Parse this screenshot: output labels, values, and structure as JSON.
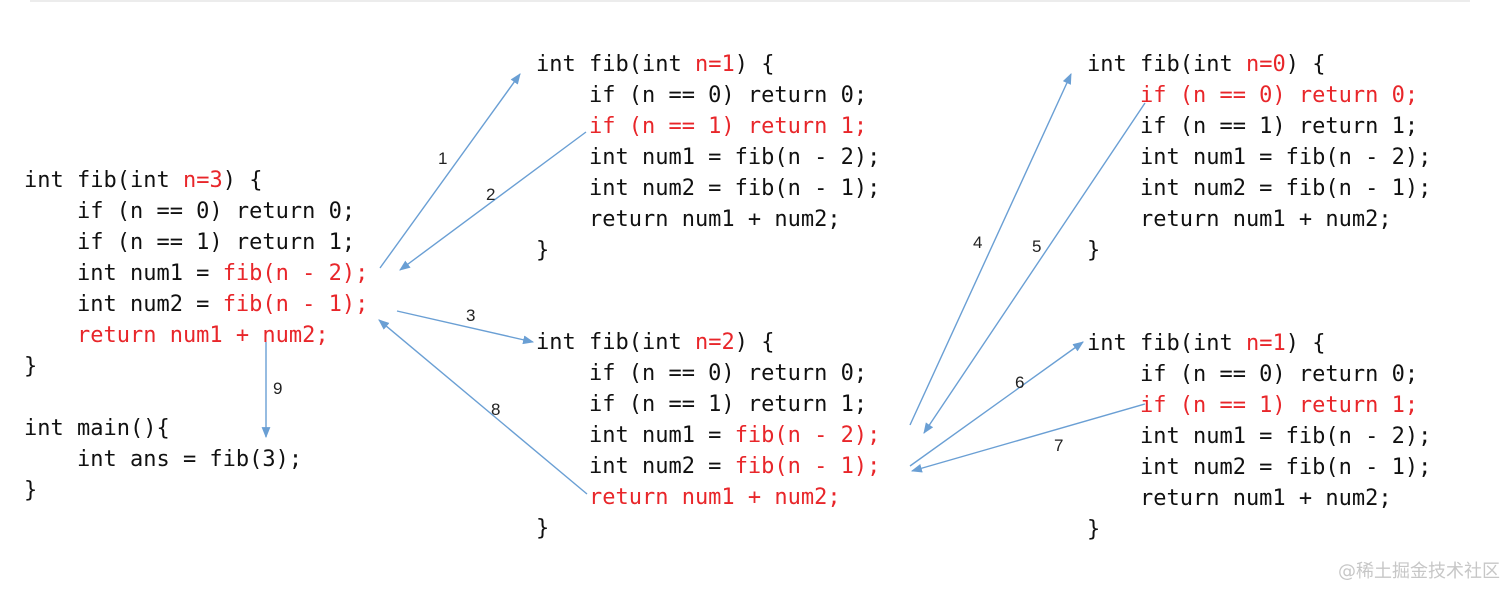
{
  "accent_color": "#e8262a",
  "arrow_color": "#6a9fd4",
  "watermark": "@稀土掘金技术社区",
  "frames": [
    {
      "id": "fib3",
      "lines": [
        [
          {
            "t": "int fib(int "
          },
          {
            "t": "n=3",
            "hl": true
          },
          {
            "t": ") {"
          }
        ],
        [
          {
            "t": "    if (n == 0) return 0;"
          }
        ],
        [
          {
            "t": "    if (n == 1) return 1;"
          }
        ],
        [
          {
            "t": "    int num1 = "
          },
          {
            "t": "fib(n - 2);",
            "hl": true
          }
        ],
        [
          {
            "t": "    int num2 = "
          },
          {
            "t": "fib(n - 1);",
            "hl": true
          }
        ],
        [
          {
            "t": "    return num1 + num2;",
            "hl": true
          }
        ],
        [
          {
            "t": "}"
          }
        ],
        [
          {
            "t": ""
          }
        ],
        [
          {
            "t": "int main(){"
          }
        ],
        [
          {
            "t": "    int ans = fib(3);"
          }
        ],
        [
          {
            "t": "}"
          }
        ]
      ]
    },
    {
      "id": "fib1-top",
      "lines": [
        [
          {
            "t": "int fib(int "
          },
          {
            "t": "n=1",
            "hl": true
          },
          {
            "t": ") {"
          }
        ],
        [
          {
            "t": "    if (n == 0) return 0;"
          }
        ],
        [
          {
            "t": "    if (n == 1) return 1;",
            "hl": true
          }
        ],
        [
          {
            "t": "    int num1 = fib(n - 2);"
          }
        ],
        [
          {
            "t": "    int num2 = fib(n - 1);"
          }
        ],
        [
          {
            "t": "    return num1 + num2;"
          }
        ],
        [
          {
            "t": "}"
          }
        ]
      ]
    },
    {
      "id": "fib2",
      "lines": [
        [
          {
            "t": "int fib(int "
          },
          {
            "t": "n=2",
            "hl": true
          },
          {
            "t": ") {"
          }
        ],
        [
          {
            "t": "    if (n == 0) return 0;"
          }
        ],
        [
          {
            "t": "    if (n == 1) return 1;"
          }
        ],
        [
          {
            "t": "    int num1 = "
          },
          {
            "t": "fib(n - 2);",
            "hl": true
          }
        ],
        [
          {
            "t": "    int num2 = "
          },
          {
            "t": "fib(n - 1);",
            "hl": true
          }
        ],
        [
          {
            "t": "    return num1 + num2;",
            "hl": true
          }
        ],
        [
          {
            "t": "}"
          }
        ]
      ]
    },
    {
      "id": "fib0",
      "lines": [
        [
          {
            "t": "int fib(int "
          },
          {
            "t": "n=0",
            "hl": true
          },
          {
            "t": ") {"
          }
        ],
        [
          {
            "t": "    if (n == 0) return 0;",
            "hl": true
          }
        ],
        [
          {
            "t": "    if (n == 1) return 1;"
          }
        ],
        [
          {
            "t": "    int num1 = fib(n - 2);"
          }
        ],
        [
          {
            "t": "    int num2 = fib(n - 1);"
          }
        ],
        [
          {
            "t": "    return num1 + num2;"
          }
        ],
        [
          {
            "t": "}"
          }
        ]
      ]
    },
    {
      "id": "fib1-bottom",
      "lines": [
        [
          {
            "t": "int fib(int "
          },
          {
            "t": "n=1",
            "hl": true
          },
          {
            "t": ") {"
          }
        ],
        [
          {
            "t": "    if (n == 0) return 0;"
          }
        ],
        [
          {
            "t": "    if (n == 1) return 1;",
            "hl": true
          }
        ],
        [
          {
            "t": "    int num1 = fib(n - 2);"
          }
        ],
        [
          {
            "t": "    int num2 = fib(n - 1);"
          }
        ],
        [
          {
            "t": "    return num1 + num2;"
          }
        ],
        [
          {
            "t": "}"
          }
        ]
      ]
    }
  ],
  "steps": [
    {
      "label": "1",
      "from": "fib3.fib(n - 2)",
      "to": "fib(n=1)"
    },
    {
      "label": "2",
      "from": "fib(n=1): if (n == 1) return 1;",
      "to": "fib3.fib(n - 2)"
    },
    {
      "label": "3",
      "from": "fib3.fib(n - 1)",
      "to": "fib(n=2)"
    },
    {
      "label": "4",
      "from": "fib2.fib(n - 2)",
      "to": "fib(n=0)"
    },
    {
      "label": "5",
      "from": "fib(n=0): if (n == 0) return 0;",
      "to": "fib2.fib(n - 2)"
    },
    {
      "label": "6",
      "from": "fib2.fib(n - 1)",
      "to": "fib(n=1)"
    },
    {
      "label": "7",
      "from": "fib(n=1): if (n == 1) return 1;",
      "to": "fib2.fib(n - 1)"
    },
    {
      "label": "8",
      "from": "fib2: return num1 + num2;",
      "to": "fib3.fib(n - 1)"
    },
    {
      "label": "9",
      "from": "fib3: return num1 + num2;",
      "to": "main: fib(3)"
    }
  ]
}
